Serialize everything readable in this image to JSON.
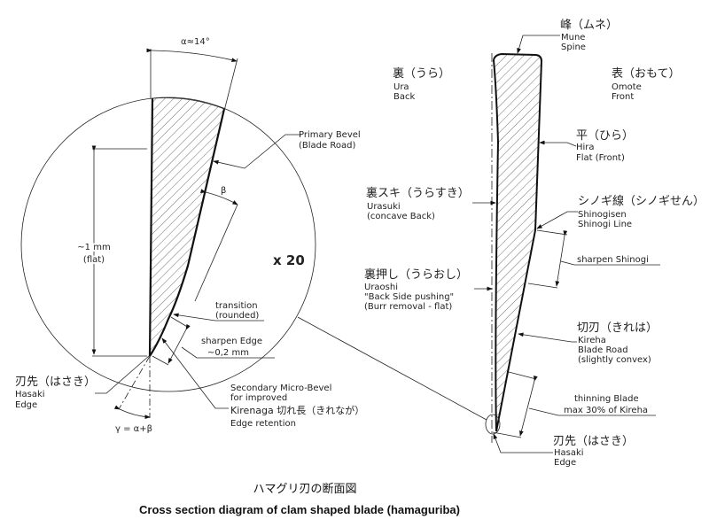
{
  "detail": {
    "alpha_label": "α≈14°",
    "beta_label": "β",
    "gamma_label": "γ = α+β",
    "magnification": "x 20",
    "flat_dim": [
      "~1 mm",
      "(flat)"
    ],
    "primary_bevel": [
      "Primary Bevel",
      "(Blade Road)"
    ],
    "transition": [
      "transition",
      "(rounded)"
    ],
    "sharpen_edge": [
      "sharpen Edge",
      "~0,2 mm"
    ],
    "hasaki": [
      "刃先（はさき）",
      "Hasaki",
      "Edge"
    ],
    "micro_bevel": [
      "Secondary Micro-Bevel",
      "for improved",
      "Kirenaga 切れ長（きれなが）",
      "Edge retention"
    ]
  },
  "section": {
    "mune": [
      "峰（ムネ）",
      "Mune",
      "Spine"
    ],
    "ura": [
      "裏（うら）",
      "Ura",
      "Back"
    ],
    "omote": [
      "表（おもて）",
      "Omote",
      "Front"
    ],
    "hira": [
      "平（ひら）",
      "Hira",
      "Flat (Front)"
    ],
    "urasuki": [
      "裏スキ（うらすき）",
      "Urasuki",
      "(concave Back)"
    ],
    "shinogisen": [
      "シノギ線（シノギせん）",
      "Shinogisen",
      "Shinogi Line"
    ],
    "sharpen_shinogi": "sharpen Shinogi",
    "uraoshi": [
      "裏押し（うらおし）",
      "Uraoshi",
      "\"Back Side pushing\"",
      "(Burr removal - flat)"
    ],
    "kireha": [
      "切刃（きれは）",
      "Kireha",
      "Blade Road",
      "(slightly convex)"
    ],
    "thinning": [
      "thinning Blade",
      "max 30% of Kireha"
    ],
    "hasaki": [
      "刃先（はさき）",
      "Hasaki",
      "Edge"
    ]
  },
  "title": {
    "japanese": "ハマグリ刃の断面図",
    "english": "Cross section diagram of clam shaped blade (hamaguriba)"
  }
}
